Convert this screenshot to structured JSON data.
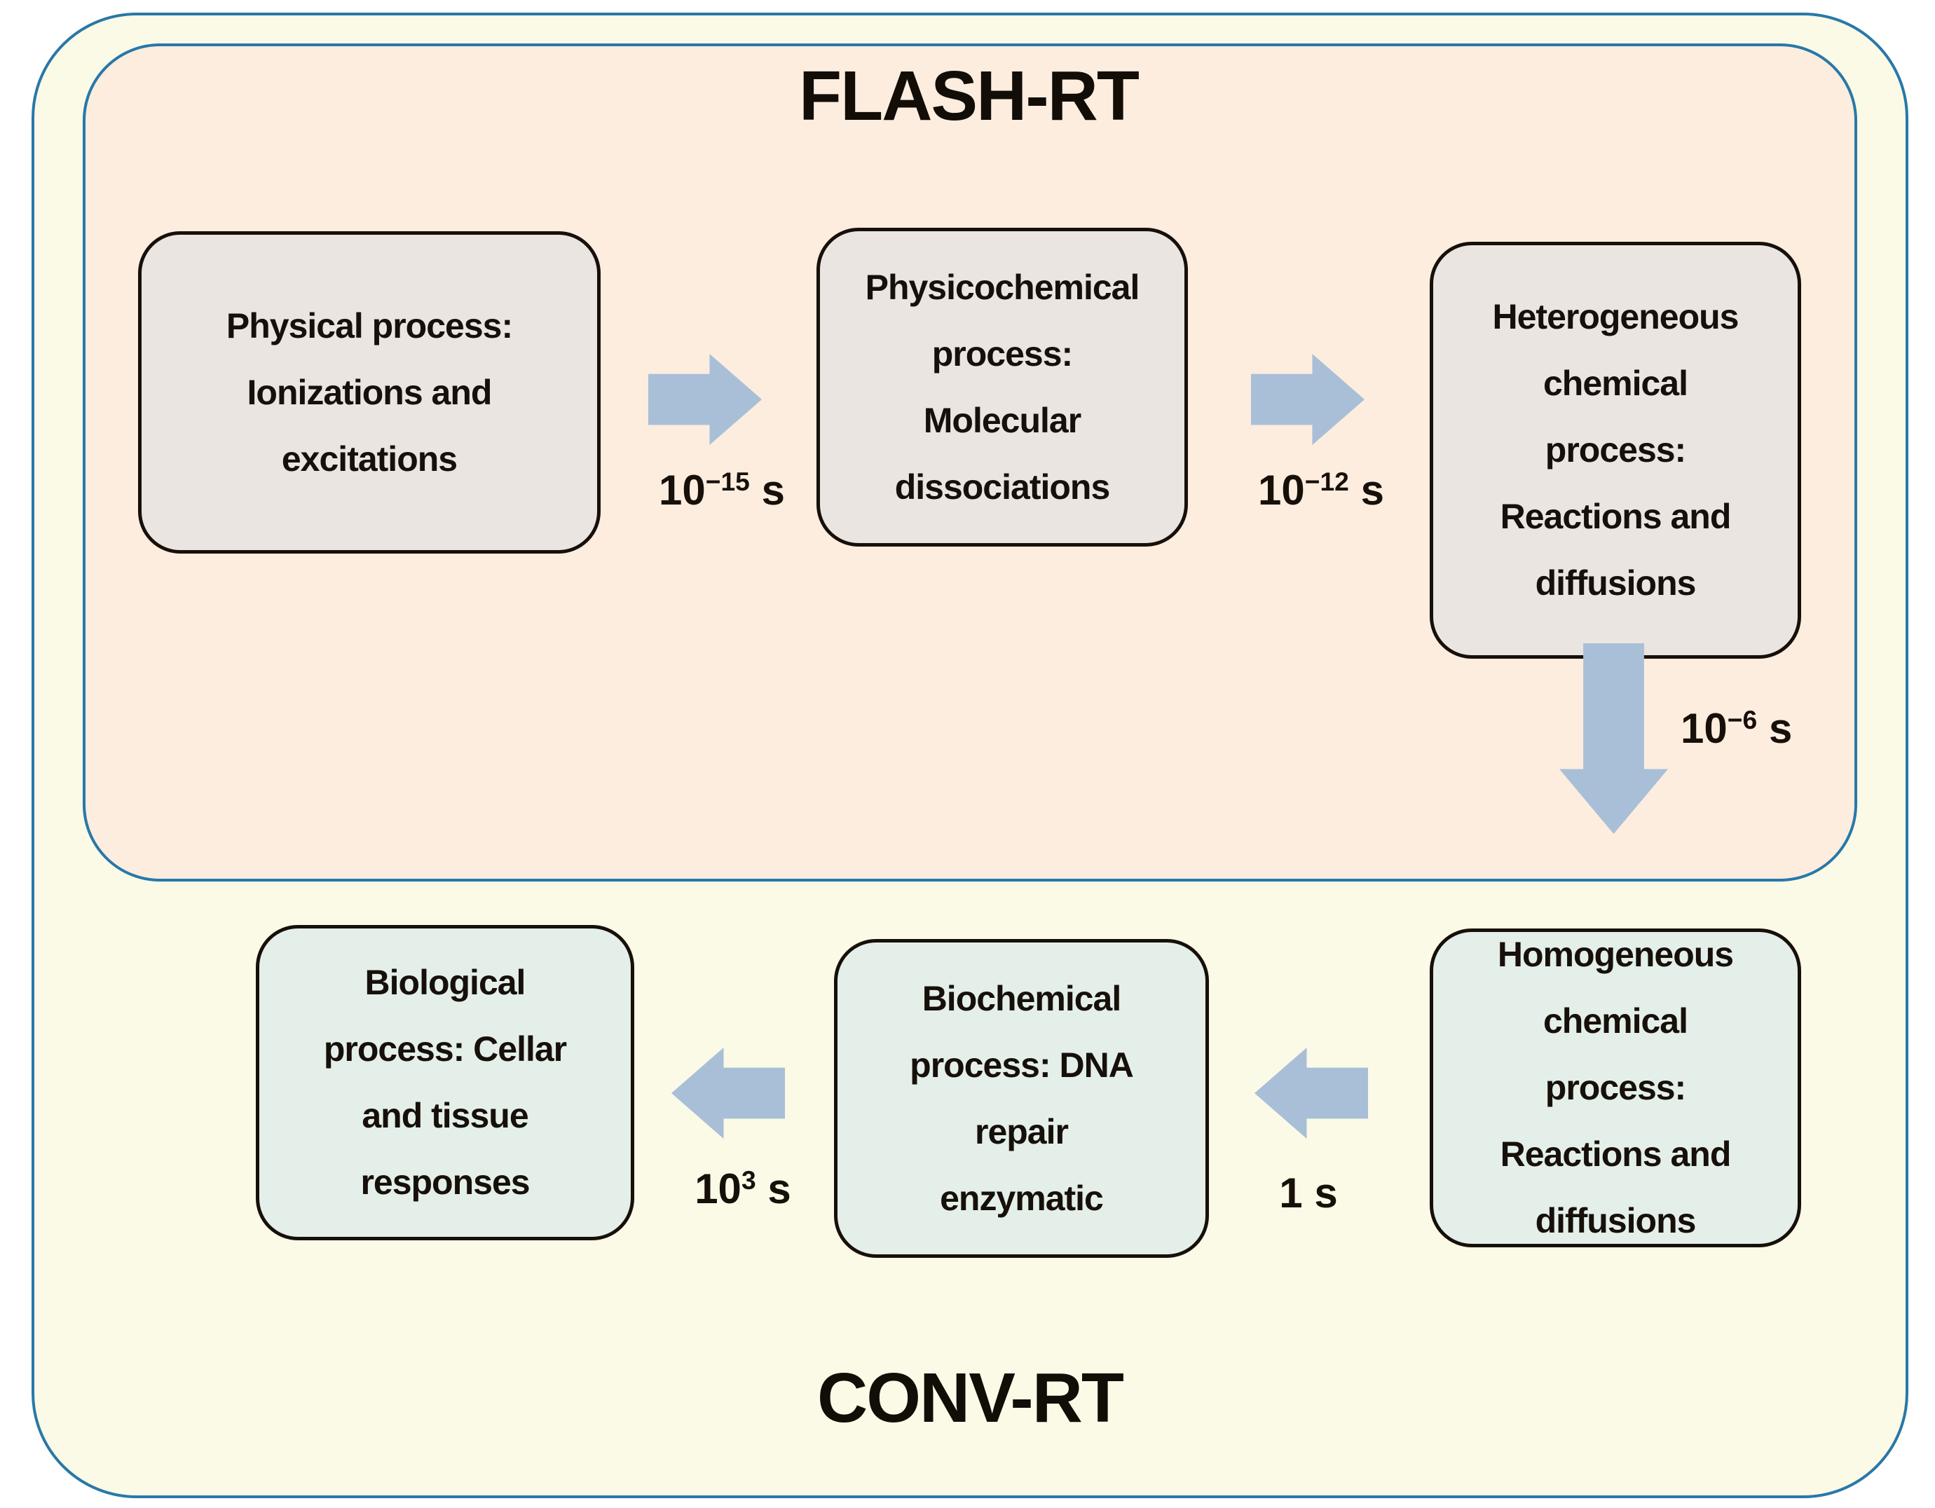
{
  "titles": {
    "flash": "FLASH-RT",
    "conv": "CONV-RT"
  },
  "boxes": [
    {
      "name": "physical-process",
      "text": "Physical process:\nIonizations and\nexcitations"
    },
    {
      "name": "physicochemical-process",
      "text": "Physicochemical\nprocess:\nMolecular\ndissociations"
    },
    {
      "name": "heterogeneous-chemical-process",
      "text": "Heterogeneous\nchemical\nprocess:\nReactions and\ndiffusions"
    },
    {
      "name": "biological-process",
      "text": "Biological\nprocess: Cellar\nand tissue\nresponses"
    },
    {
      "name": "biochemical-process",
      "text": "Biochemical\nprocess: DNA\nrepair\nenzymatic"
    },
    {
      "name": "homogeneous-chemical-process",
      "text": "Homogeneous\nchemical\nprocess:\nReactions and\ndiffusions"
    }
  ],
  "timescales": [
    {
      "base": "10",
      "exponent": "−15",
      "unit": "s"
    },
    {
      "base": "10",
      "exponent": "−12",
      "unit": "s"
    },
    {
      "base": "10",
      "exponent": "−6",
      "unit": "s"
    },
    {
      "base": "1",
      "exponent": "",
      "unit": "s"
    },
    {
      "base": "10",
      "exponent": "3",
      "unit": "s"
    }
  ],
  "icons": {
    "arrow_right": "block-arrow-right",
    "arrow_left": "block-arrow-left",
    "arrow_down": "block-arrow-down"
  },
  "colors": {
    "outer_background": "#FAFAE6",
    "inner_background": "#FCEDDF",
    "container_border": "#2878A8",
    "flash_box_fill": "#EAE5E0",
    "conv_box_fill": "#E4EFE9",
    "box_border": "#17100A",
    "arrow_fill": "#A9BFD7",
    "text": "#17100A"
  }
}
